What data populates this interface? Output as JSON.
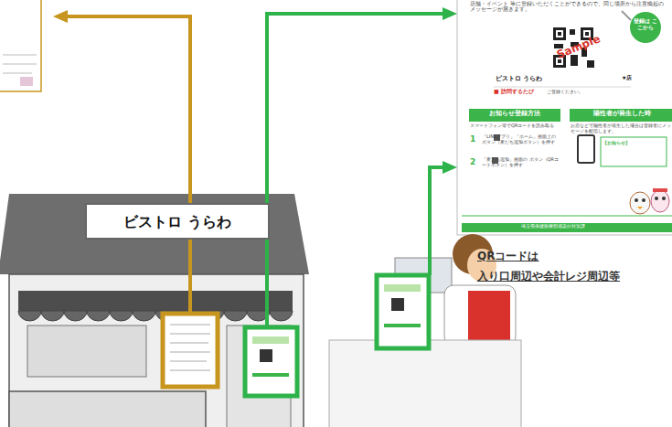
{
  "diagram": {
    "nodes": [
      {
        "text": [
          "店舗・イベント 等に登録いただくことができるので、同じ場所から注意喚起のメッセージが届きます。",
          "登録は ここから",
          "Sample",
          "ビストロ うらわ",
          "★店",
          "■ 訪問するたび",
          "ご登録ください。",
          "お知らせ登録方法",
          "陽性者が発生した時",
          "スマートフォン等でQRコードを読み取る",
          "1",
          "「LINEアプリ」「ホーム」画面上の ボタン（友だち追加ボタン）を押す",
          "2",
          "「友だち追加」画面の ボタン（QRコードボタン）を押す",
          "お店などで陽性者が発生した場合は登録者にメッセージを配信します。",
          "【お知らせ】",
          "埼玉県保健医療部感染症対策課"
        ]
      },
      {
        "text": [
          "ビストロ うらわ"
        ]
      }
    ],
    "labels": [
      "QRコードは",
      "入り口周辺や会計レジ周辺等"
    ]
  }
}
